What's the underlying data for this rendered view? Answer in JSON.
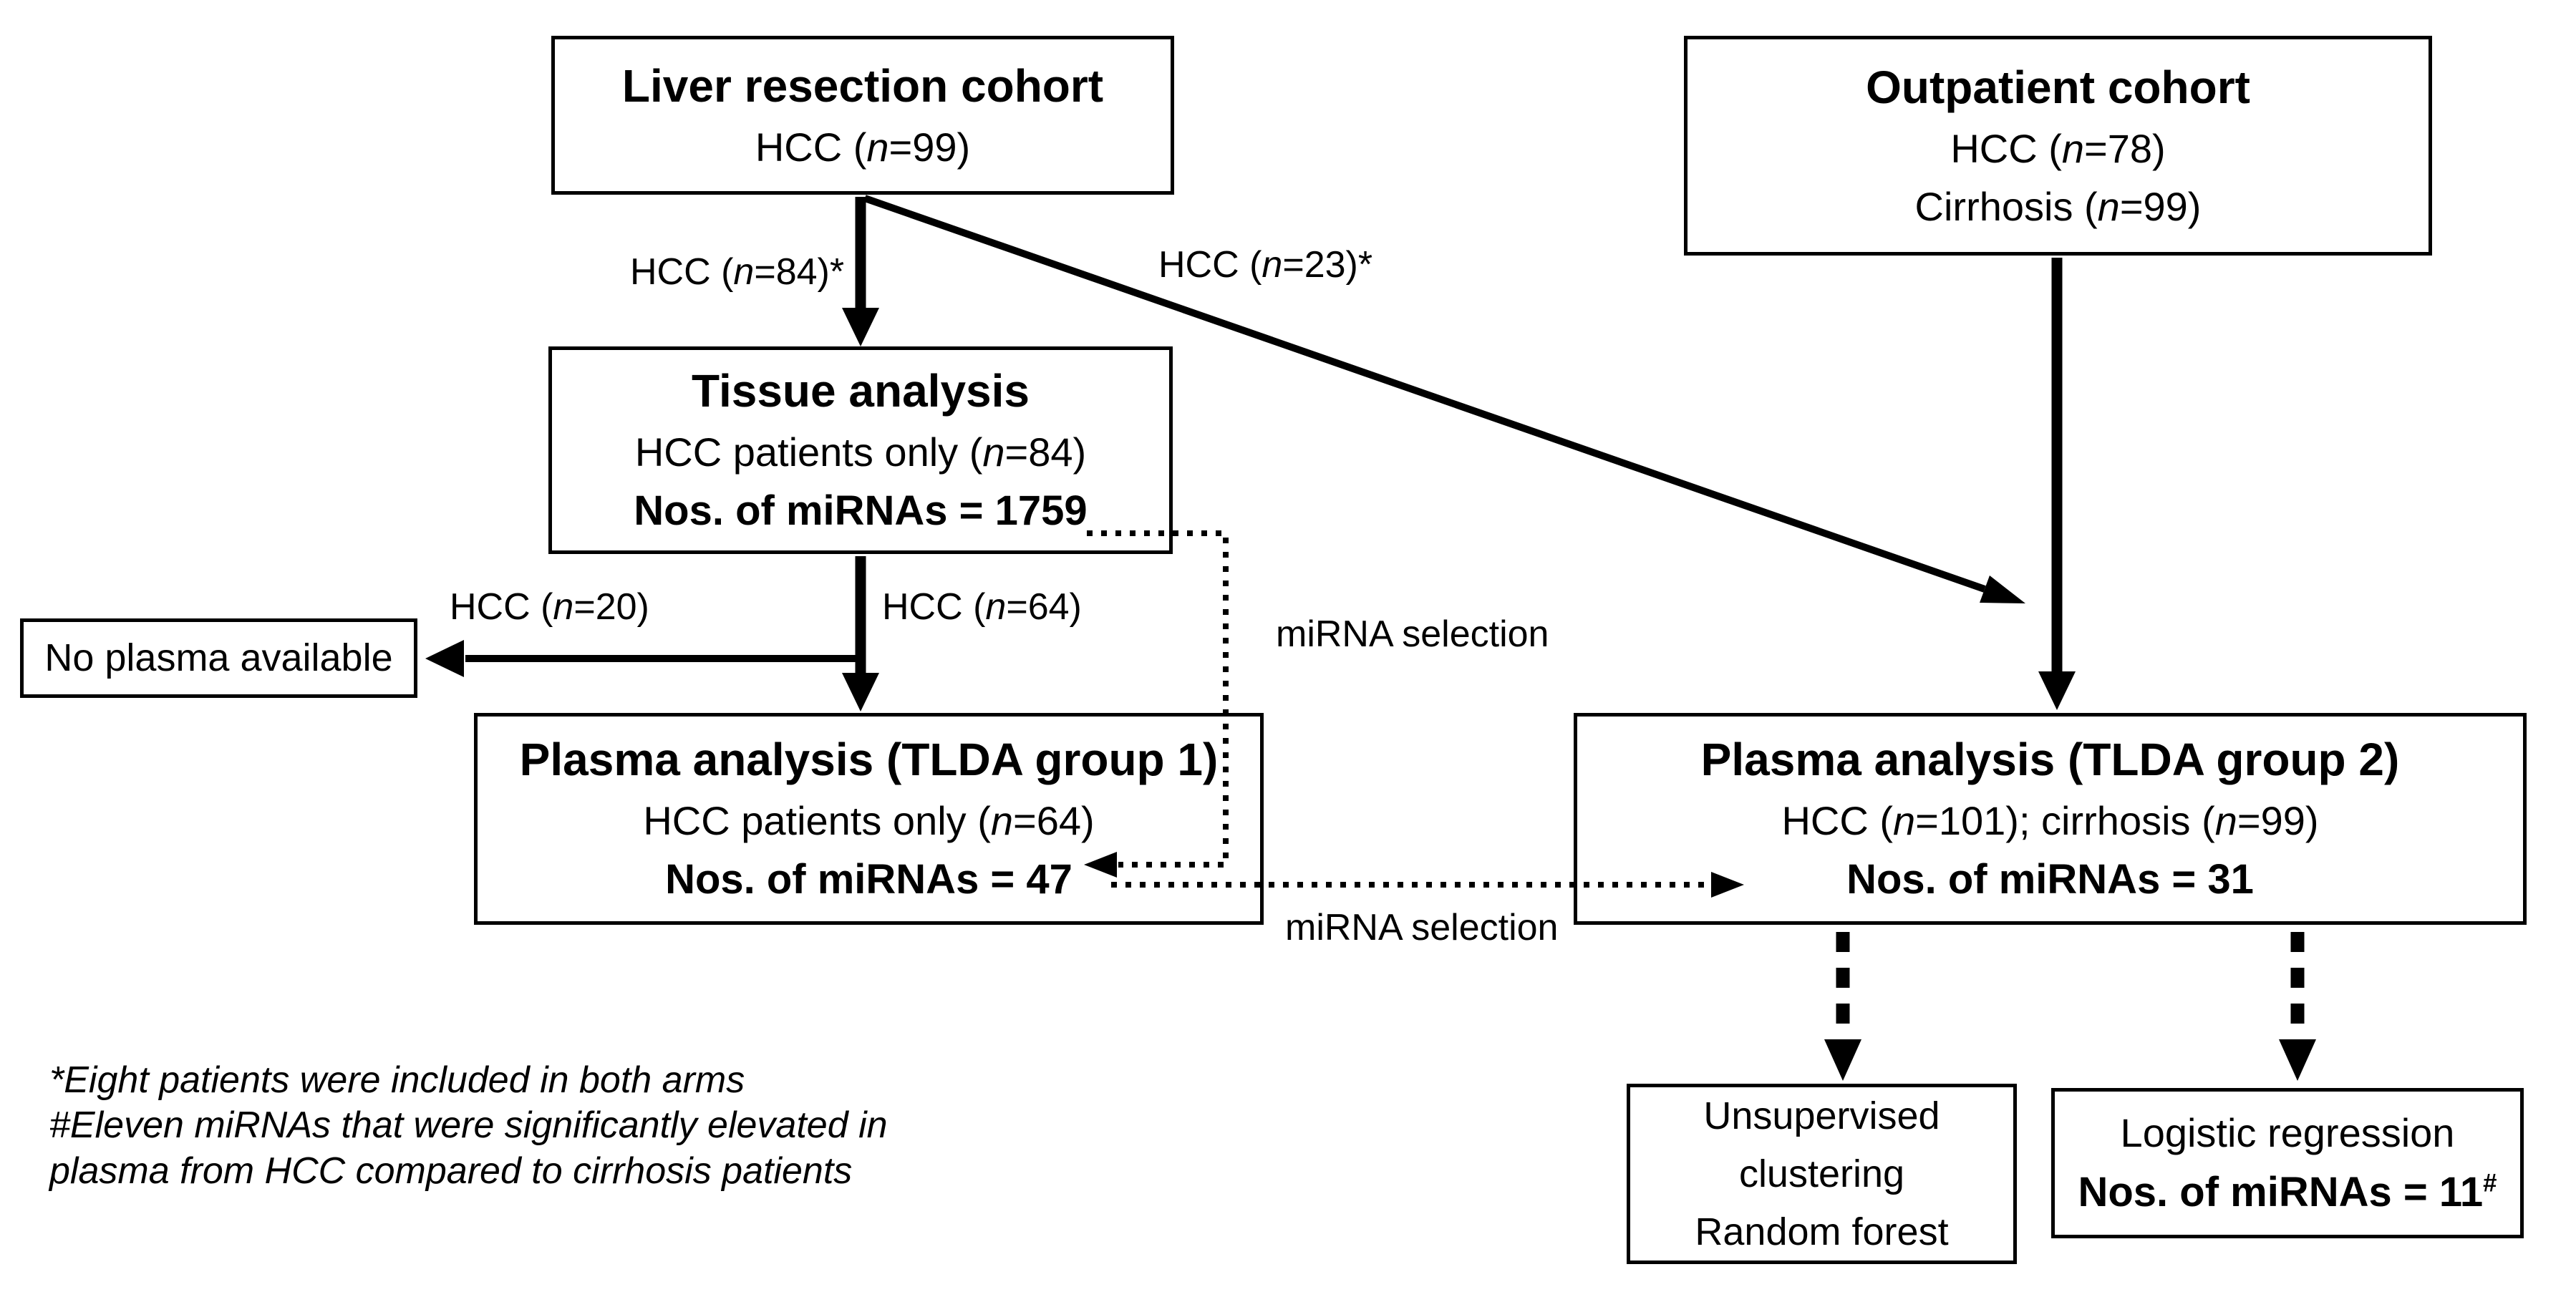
{
  "colors": {
    "ink": "#000000",
    "background": "#ffffff"
  },
  "boxes": {
    "liver": {
      "title": "Liver resection cohort",
      "line1": "HCC (n=99)"
    },
    "outpatient": {
      "title": "Outpatient cohort",
      "line1": "HCC (n=78)",
      "line2": "Cirrhosis (n=99)"
    },
    "tissue": {
      "title": "Tissue analysis",
      "line1": "HCC patients only (n=84)",
      "line2": "Nos. of miRNAs = 1759"
    },
    "no_plasma": {
      "line1": "No plasma available"
    },
    "tlda1": {
      "title": "Plasma analysis (TLDA group 1)",
      "line1": "HCC patients only (n=64)",
      "line2": "Nos. of miRNAs = 47"
    },
    "tlda2": {
      "title": "Plasma analysis (TLDA group 2)",
      "line1": "HCC (n=101); cirrhosis (n=99)",
      "line2": "Nos. of miRNAs = 31"
    },
    "unsupervised": {
      "line1": "Unsupervised",
      "line2": "clustering",
      "line3": "Random forest"
    },
    "logistic": {
      "line1": "Logistic regression",
      "line2": "Nos. of miRNAs = 11",
      "sup": "#"
    }
  },
  "labels": {
    "hcc84": "HCC (n=84)*",
    "hcc23": "HCC (n=23)*",
    "hcc20": "HCC (n=20)",
    "hcc64": "HCC (n=64)",
    "mirna_selection_top": "miRNA selection",
    "mirna_selection_bottom": "miRNA selection"
  },
  "footnotes": {
    "line1": "*Eight patients were included in both arms",
    "line2": "#Eleven miRNAs that were significantly elevated in",
    "line3": "plasma from HCC compared to cirrhosis patients"
  }
}
